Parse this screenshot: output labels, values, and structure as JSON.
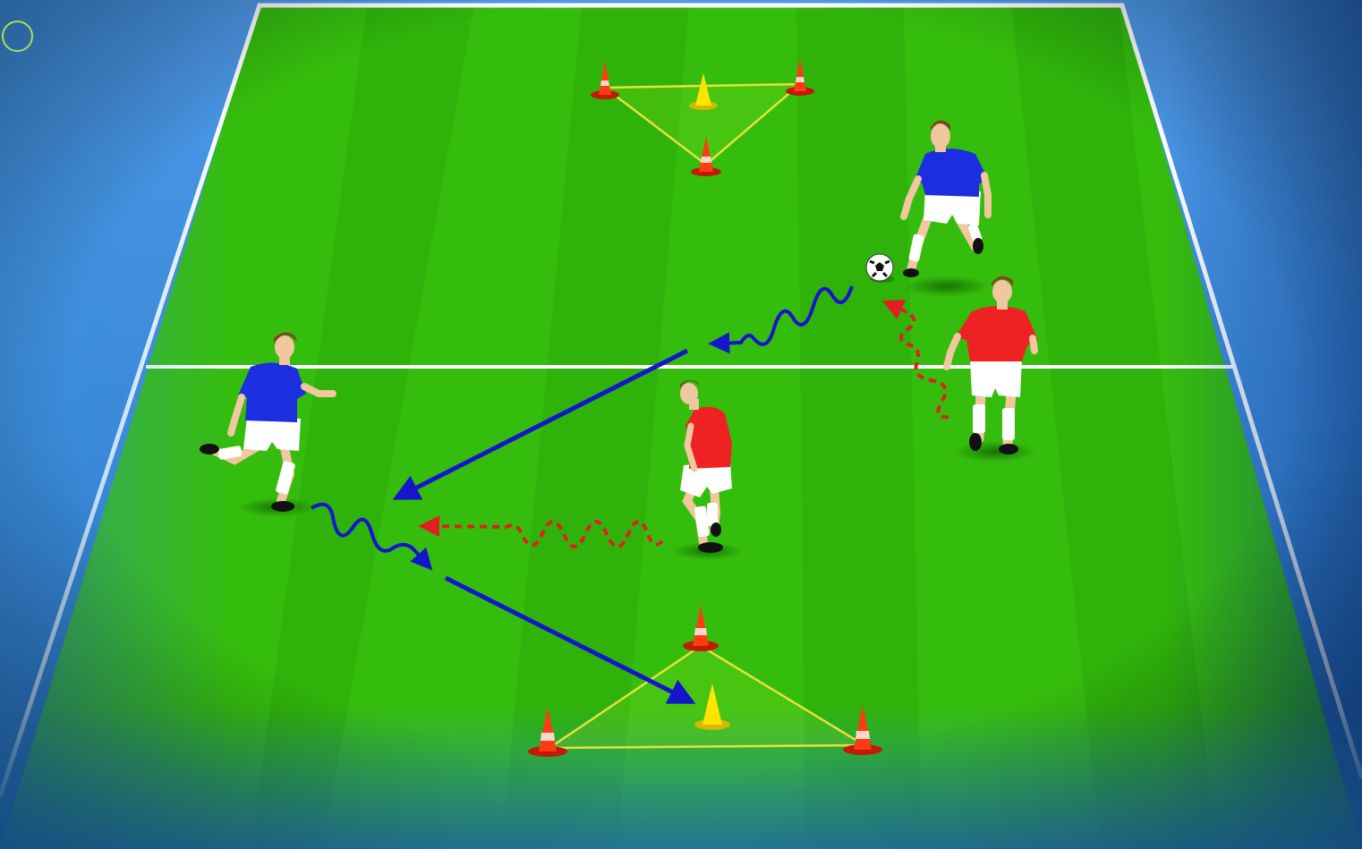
{
  "diagram": {
    "type": "soccer-drill",
    "pitch_color": "#2fb30a",
    "stripe_color": "#2aa507",
    "line_color": "#ffffff",
    "background_colors": [
      "#1a4d8f",
      "#5ea3ec"
    ],
    "team_a_color": "#1133dd",
    "team_b_color": "#ee2222",
    "pass_color": "#1515cc",
    "defender_run_color": "#e02020",
    "cone_colors": {
      "outer": "#ff2a10",
      "center": "#ffe400"
    },
    "players": [
      {
        "team": "blue",
        "role": "dribbler-top",
        "icon": "player-blue-icon"
      },
      {
        "team": "blue",
        "role": "receiver-left",
        "icon": "player-blue-icon"
      },
      {
        "team": "red",
        "role": "defender-center",
        "icon": "player-red-icon"
      },
      {
        "team": "red",
        "role": "defender-right",
        "icon": "player-red-icon"
      }
    ],
    "goals": [
      {
        "name": "top-triangle-goal",
        "cones": 4
      },
      {
        "name": "bottom-triangle-goal",
        "cones": 4
      }
    ],
    "ball_icon": "soccer-ball-icon",
    "pointer_icon": "cursor-ring-icon"
  }
}
